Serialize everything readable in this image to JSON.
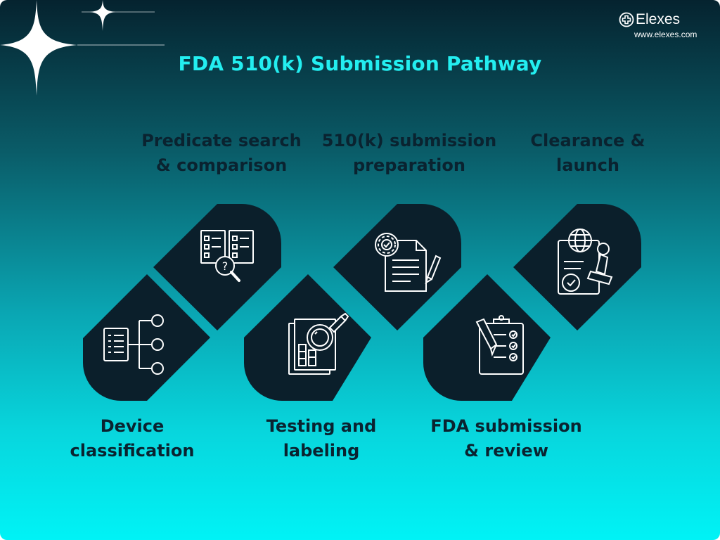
{
  "brand": {
    "name": "Elexes",
    "url": "www.elexes.com",
    "logo_icon": "medical-cross-icon"
  },
  "title": "FDA 510(k) Submission Pathway",
  "colors": {
    "background_top": "#05232f",
    "background_bottom": "#00f3f6",
    "title": "#23eef0",
    "tile": "#0b1f2b",
    "label": "#0a2330"
  },
  "steps": [
    {
      "lines": [
        "Device",
        "classification"
      ],
      "icon": "hierarchy-document-icon"
    },
    {
      "lines": [
        "Predicate search",
        "& comparison"
      ],
      "icon": "document-comparison-search-icon"
    },
    {
      "lines": [
        "Testing and",
        "labeling"
      ],
      "icon": "report-magnifier-icon"
    },
    {
      "lines": [
        "510(k) submission",
        "preparation"
      ],
      "icon": "document-gear-pen-icon"
    },
    {
      "lines": [
        "FDA submission",
        "& review"
      ],
      "icon": "clipboard-checklist-icon"
    },
    {
      "lines": [
        "Clearance &",
        "launch"
      ],
      "icon": "approval-stamp-globe-icon"
    }
  ]
}
